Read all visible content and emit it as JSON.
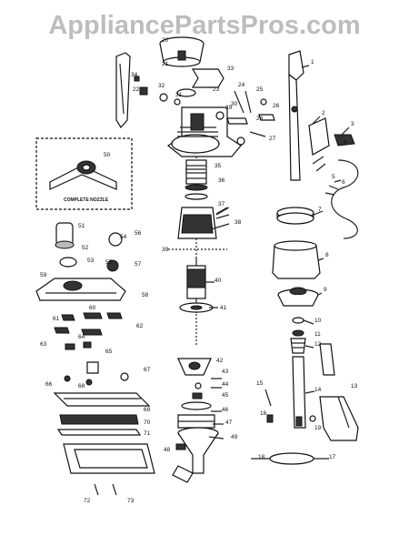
{
  "watermark": "AppliancePartsPros.com",
  "inset_caption": "COMPLETE NOZZLE",
  "callouts": [
    "1",
    "2",
    "3",
    "4",
    "5",
    "6",
    "7",
    "8",
    "9",
    "10",
    "11",
    "12",
    "13",
    "14",
    "15",
    "16",
    "17",
    "18",
    "19",
    "20",
    "21",
    "22",
    "23",
    "24",
    "25",
    "26",
    "27",
    "28",
    "29",
    "30",
    "31",
    "32",
    "33",
    "34",
    "35",
    "36",
    "37",
    "38",
    "39",
    "40",
    "41",
    "42",
    "43",
    "44",
    "45",
    "46",
    "47",
    "48",
    "49",
    "50",
    "51",
    "52",
    "53",
    "54",
    "55",
    "56",
    "57",
    "58",
    "59",
    "60",
    "61",
    "62",
    "63",
    "64",
    "65",
    "66",
    "67",
    "68",
    "69",
    "70",
    "71",
    "72",
    "73"
  ]
}
